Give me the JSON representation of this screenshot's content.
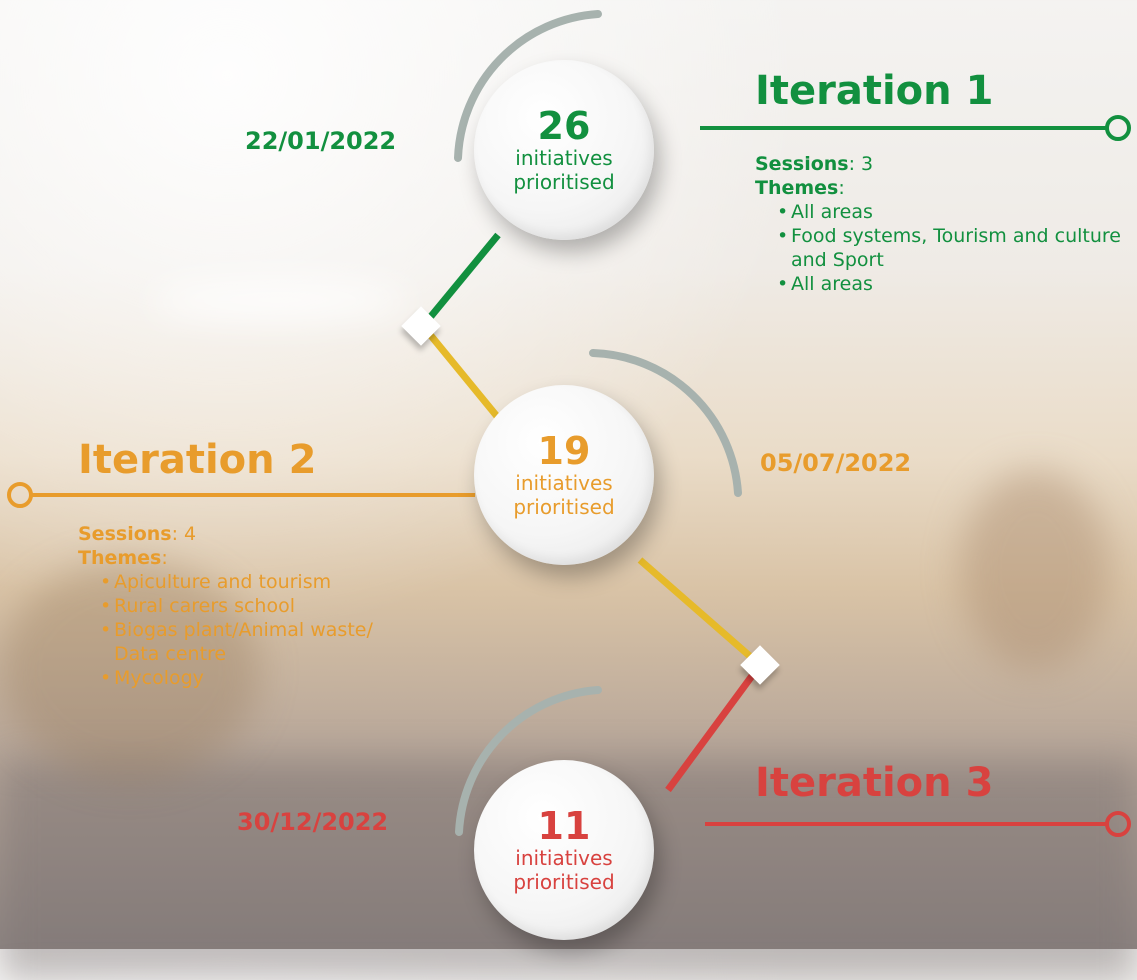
{
  "colors": {
    "green": "#12903f",
    "yellow": "#e6ba2a",
    "orange": "#e89c2c",
    "red": "#d8423f",
    "arc": "#a7b2ae"
  },
  "iterations": [
    {
      "title": "Iteration 1",
      "date": "22/01/2022",
      "count": "26",
      "count_label": "initiatives prioritised",
      "sessions_key": "Sessions",
      "sessions_value": ": 3",
      "themes_key": "Themes",
      "themes_suffix": ":",
      "themes": [
        "All areas",
        "Food systems, Tourism and culture and Sport",
        "All areas"
      ]
    },
    {
      "title": "Iteration 2",
      "date": "05/07/2022",
      "count": "19",
      "count_label": "initiatives prioritised",
      "sessions_key": "Sessions",
      "sessions_value": ": 4",
      "themes_key": "Themes",
      "themes_suffix": ":",
      "themes": [
        "Apiculture and tourism",
        "Rural carers school",
        "Biogas plant/Animal waste/ Data centre",
        "Mycology"
      ]
    },
    {
      "title": "Iteration 3",
      "date": "30/12/2022",
      "count": "11",
      "count_label": "initiatives prioritised"
    }
  ]
}
